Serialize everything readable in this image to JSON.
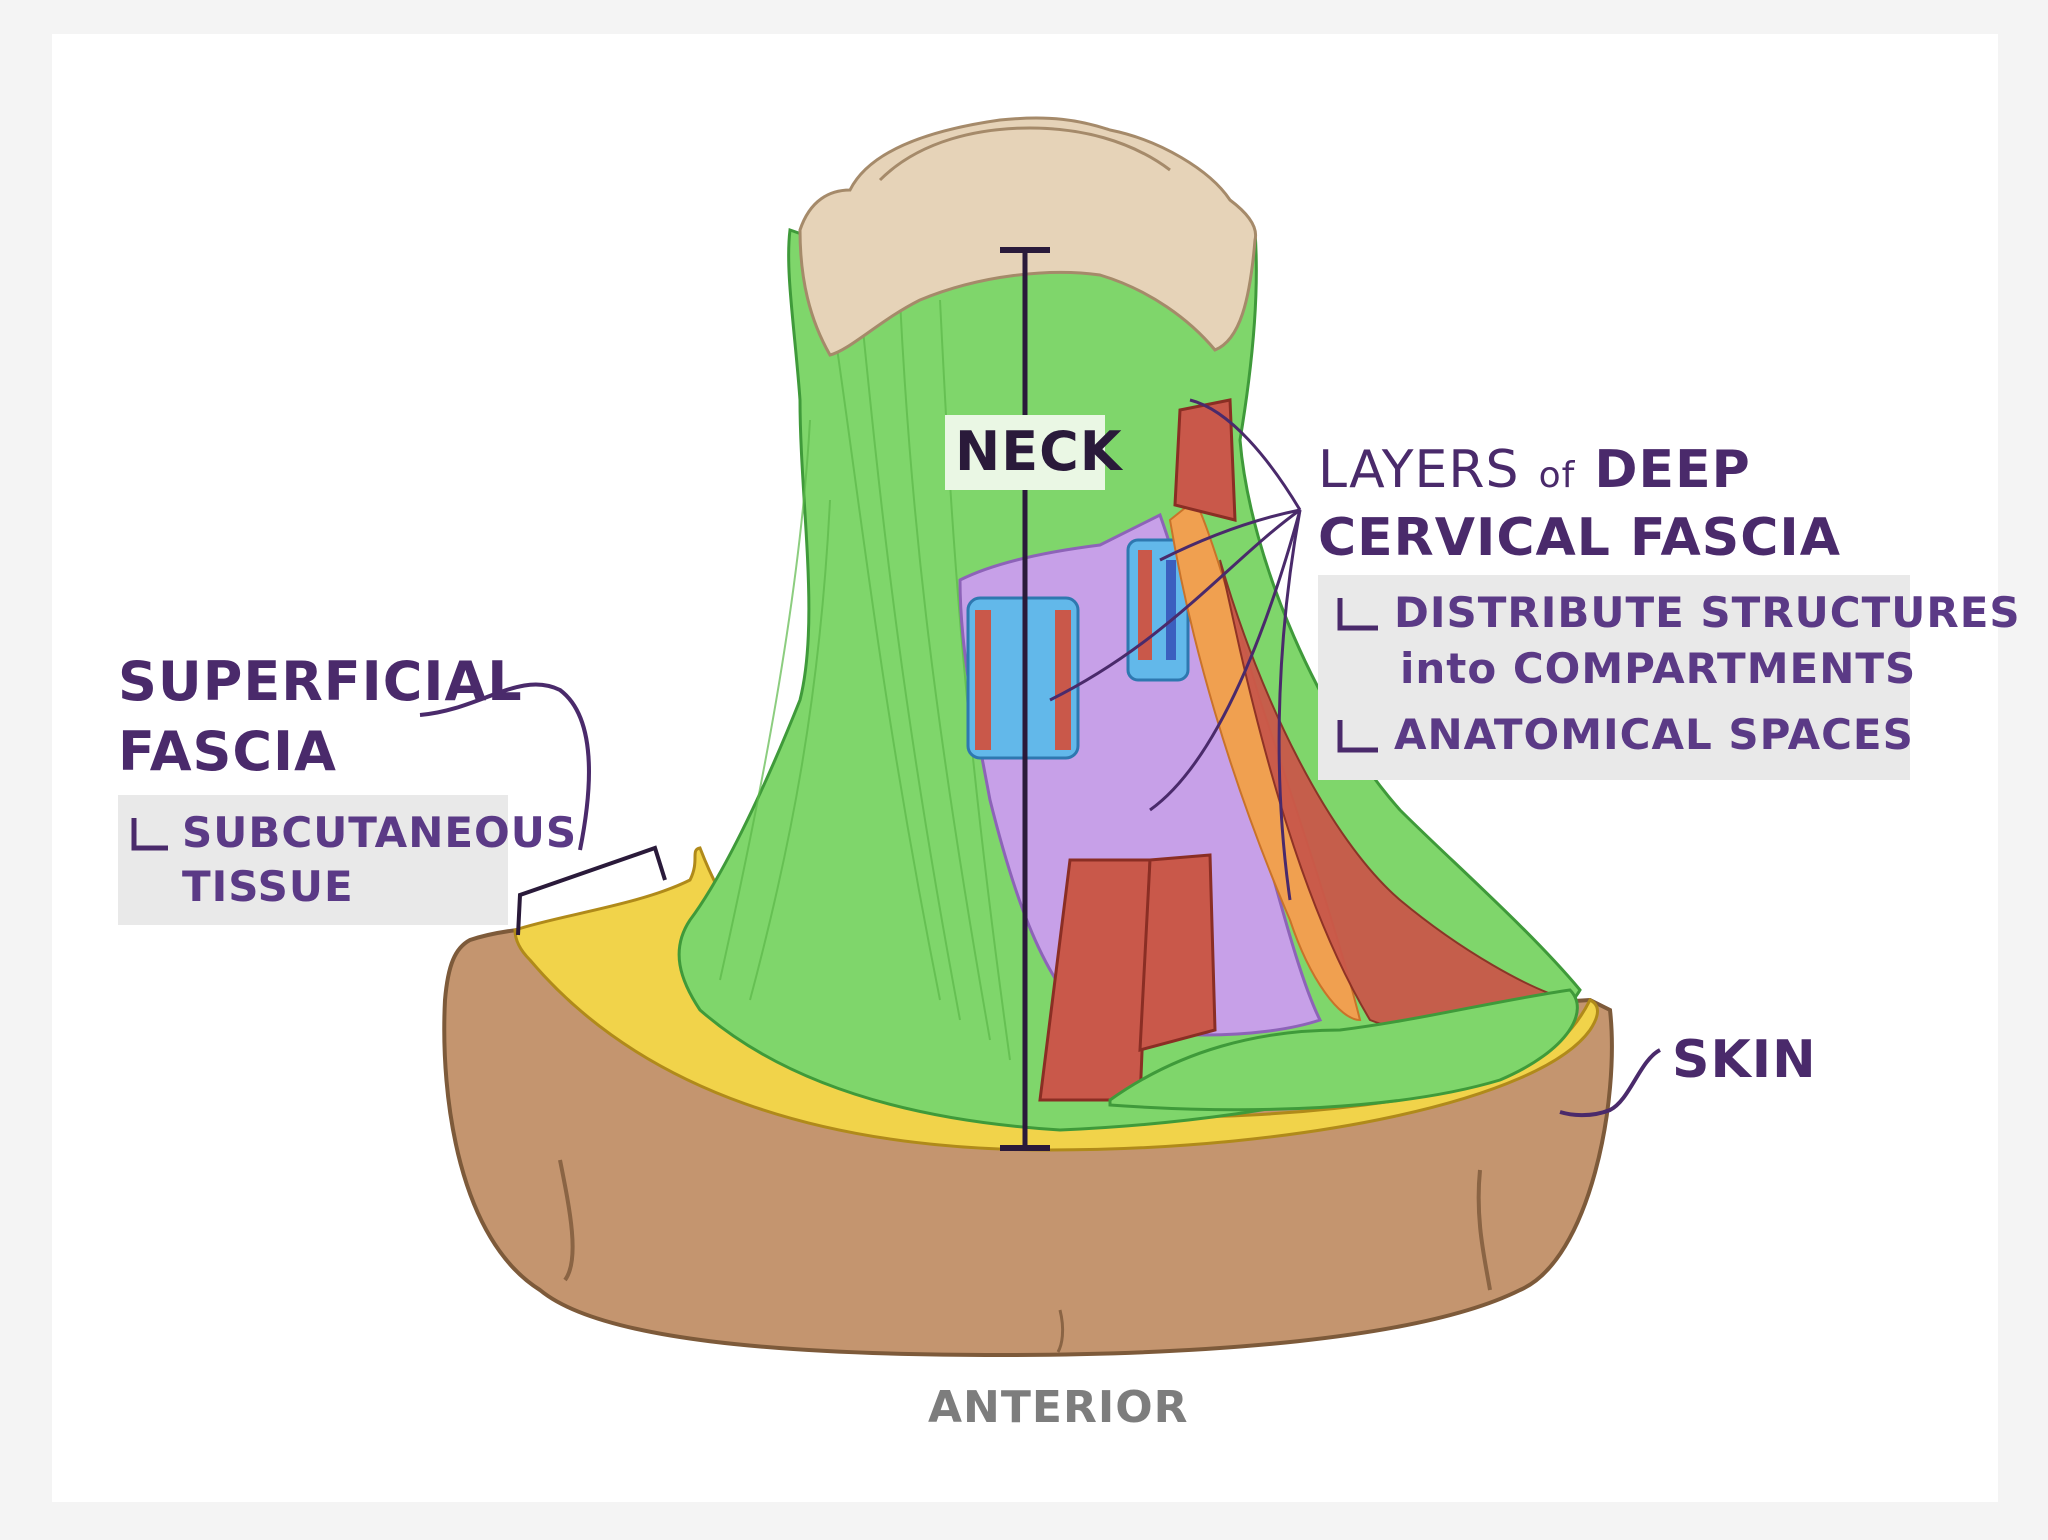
{
  "labels": {
    "neck": "NECK",
    "superficial_line1": "SUPERFICIAL",
    "superficial_line2": "FASCIA",
    "subcutaneous_line1": "SUBCUTANEOUS",
    "subcutaneous_line2": "TISSUE",
    "layers_line1_a": "LAYERS",
    "layers_line1_b": "of",
    "layers_line1_c": "DEEP",
    "layers_line2": "CERVICAL FASCIA",
    "distribute_line1": "DISTRIBUTE STRUCTURES",
    "distribute_line2": "into COMPARTMENTS",
    "anatomical_spaces": "ANATOMICAL SPACES",
    "skin": "SKIN",
    "anterior": "ANTERIOR"
  },
  "colors": {
    "background": "#ffffff",
    "label_purple": "#4a2a6b",
    "label_purple_light": "#5b3a86",
    "muscle_green": "#7fd66b",
    "skin_brown": "#c4956f",
    "fat_yellow": "#f1d34a",
    "bone": "#e6d3b8",
    "pretracheal_purple": "#c7a0e8",
    "muscle_red": "#c9584a",
    "vessel_blue": "#62b8ea",
    "prevertebral_orange": "#f0a050",
    "label_box": "#e9e9e9",
    "anterior_gray": "#7d7d7d"
  }
}
